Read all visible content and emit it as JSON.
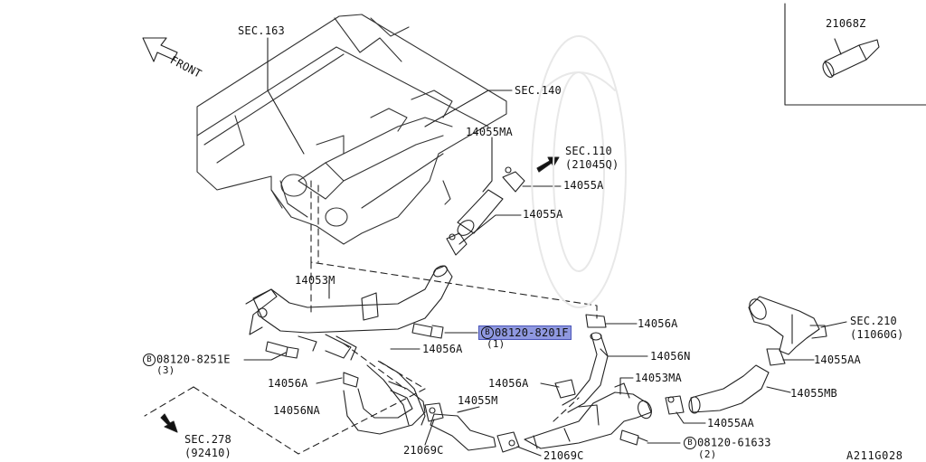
{
  "diagram": {
    "code": "A211G028",
    "front_label": "FRONT",
    "callouts": {
      "sec163": "SEC.163",
      "sec140": "SEC.140",
      "sec110": "SEC.110",
      "sec110_sub": "(21045Q)",
      "sec210": "SEC.210",
      "sec210_sub": "(11060G)",
      "sec278": "SEC.278",
      "sec278_sub": "(92410)",
      "p21068z": "21068Z",
      "p14055ma": "14055MA",
      "p14055a_1": "14055A",
      "p14055a_2": "14055A",
      "p14053m": "14053M",
      "p14056a_1": "14056A",
      "p14056a_2": "14056A",
      "p14056a_3": "14056A",
      "p14056a_4": "14056A",
      "p14056n": "14056N",
      "p14055aa_1": "14055AA",
      "p14055aa_2": "14055AA",
      "p14055mb": "14055MB",
      "p14053ma": "14053MA",
      "p14055m": "14055M",
      "p14056na": "14056NA",
      "p21069c_1": "21069C",
      "p21069c_2": "21069C"
    },
    "bolts": [
      {
        "id": "bolt-8201f",
        "marker": "B",
        "part": "08120-8201F",
        "qty": "(1)",
        "highlighted": true
      },
      {
        "id": "bolt-8251e",
        "marker": "B",
        "part": "08120-8251E",
        "qty": "(3)",
        "highlighted": false
      },
      {
        "id": "bolt-61633",
        "marker": "B",
        "part": "08120-61633",
        "qty": "(2)",
        "highlighted": false
      }
    ],
    "highlight_color": "#8f98e0"
  }
}
